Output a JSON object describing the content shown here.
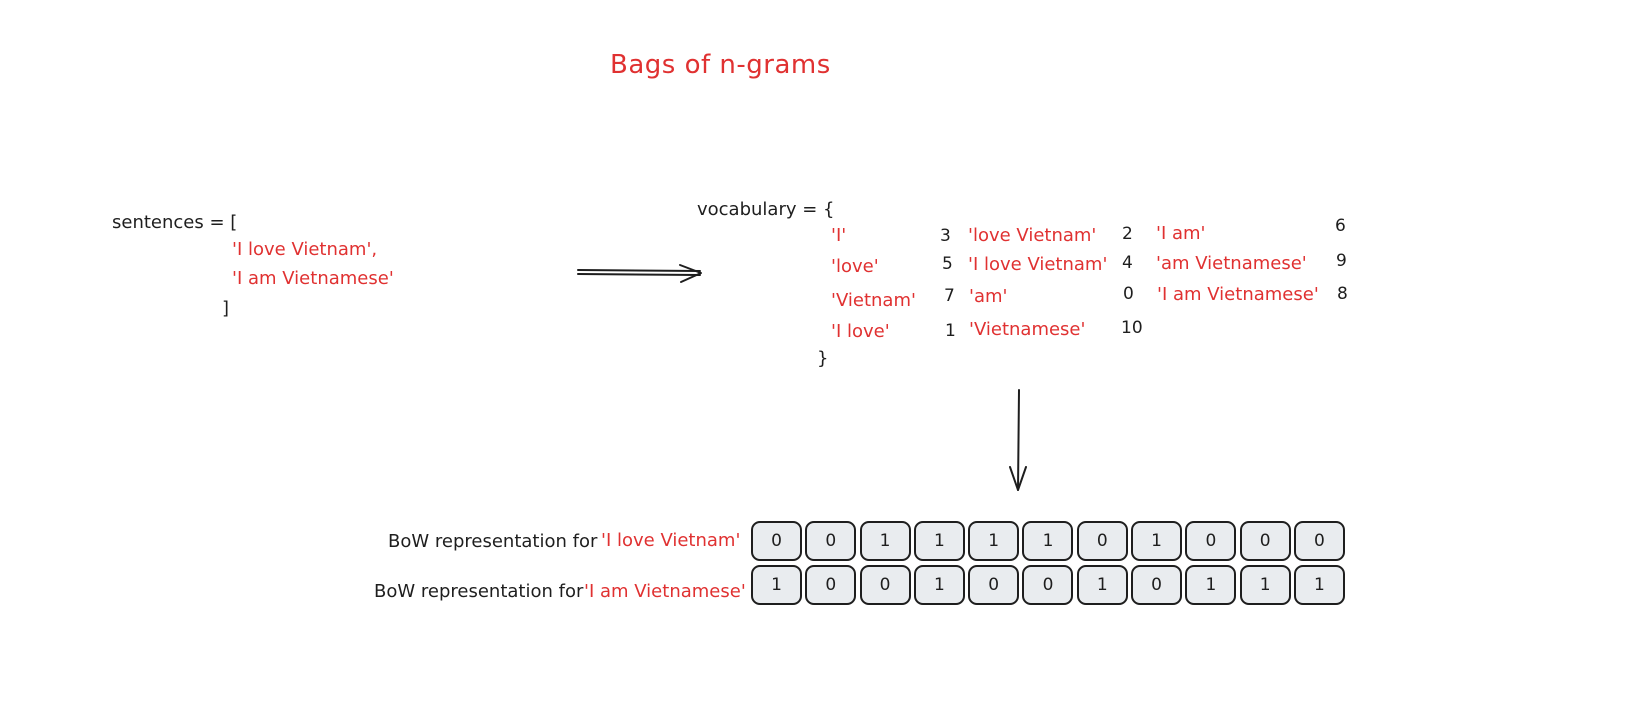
{
  "title": "Bags of n-grams",
  "sentences": {
    "open": "sentences = [",
    "items": [
      "'I love Vietnam',",
      "'I am Vietnamese'"
    ],
    "close": "]"
  },
  "vocabulary": {
    "open": "vocabulary = {",
    "close": "}",
    "entries": [
      {
        "term": "'I'",
        "index": "3"
      },
      {
        "term": "'love'",
        "index": "5"
      },
      {
        "term": "'Vietnam'",
        "index": "7"
      },
      {
        "term": "'I love'",
        "index": "1"
      },
      {
        "term": "'love Vietnam'",
        "index": "2"
      },
      {
        "term": "'I love Vietnam'",
        "index": "4"
      },
      {
        "term": "'am'",
        "index": "0"
      },
      {
        "term": "'Vietnamese'",
        "index": "10"
      },
      {
        "term": "'I am'",
        "index": "6"
      },
      {
        "term": "'am Vietnamese'",
        "index": "9"
      },
      {
        "term": "'I am Vietnamese'",
        "index": "8"
      }
    ]
  },
  "bow": [
    {
      "prefix": "BoW representation for",
      "sentence": "'I love Vietnam'",
      "vector": [
        0,
        0,
        1,
        1,
        1,
        1,
        0,
        1,
        0,
        0,
        0
      ]
    },
    {
      "prefix": "BoW representation for",
      "sentence": "'I am Vietnamese'",
      "vector": [
        1,
        0,
        0,
        1,
        0,
        0,
        1,
        0,
        1,
        1,
        1
      ]
    }
  ],
  "colors": {
    "accent": "#e03131",
    "ink": "#1e1e1e",
    "cell_fill": "#e9ecef"
  }
}
